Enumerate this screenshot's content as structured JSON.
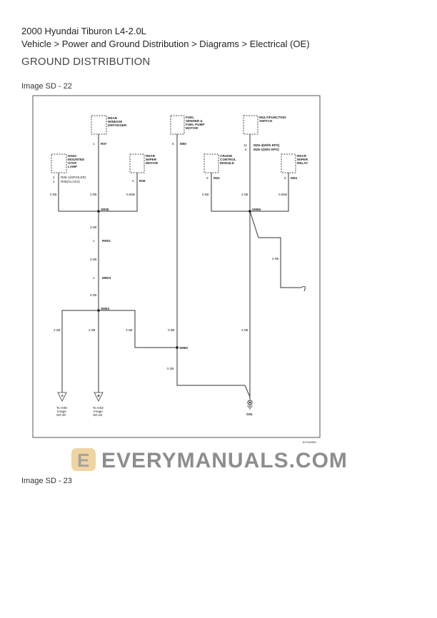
{
  "header": {
    "title": "2000 Hyundai Tiburon L4-2.0L",
    "breadcrumb": "Vehicle > Power and Ground Distribution > Diagrams > Electrical (OE)",
    "section": "GROUND DISTRIBUTION"
  },
  "images": [
    {
      "label": "Image SD - 22"
    },
    {
      "label": "Image SD - 23"
    }
  ],
  "diagram": {
    "components": {
      "rear_defogger": [
        "REAR",
        "WINDOW",
        "DEFOGGER"
      ],
      "hmsl": [
        "HIGH-",
        "MOUNTED",
        "STOP",
        "LAMP"
      ],
      "rear_wiper_motor": [
        "REAR",
        "WIPER",
        "MOTOR"
      ],
      "fuel_sender": [
        "FUEL",
        "SENDER &",
        "FUEL PUMP",
        "MOTOR"
      ],
      "multifunction": [
        "MULTIFUNCTION",
        "SWITCH"
      ],
      "cruise": [
        "CRUISE",
        "CONTROL",
        "MODULE"
      ],
      "rear_wiper_relay": [
        "REAR",
        "WIPER",
        "RELAY"
      ]
    },
    "connectors": {
      "r07": {
        "pin": "1",
        "name": "R07"
      },
      "r06a": {
        "pin": "2",
        "name": "R06-1(SPOILER)"
      },
      "r06b": {
        "pin": "2",
        "name": "R06(GLASS)"
      },
      "r09": {
        "pin": "4",
        "name": "R09"
      },
      "m50": {
        "pin": "5",
        "name": "M50"
      },
      "m26a": {
        "pin": "11",
        "name": "M26-4(With EPS)"
      },
      "m26b": {
        "pin": "5",
        "name": "M26-1(W/O EPS)"
      },
      "m21": {
        "pin": "9",
        "name": "M21"
      },
      "m04": {
        "pin": "6",
        "name": "M04"
      },
      "rr02": {
        "pin": "1",
        "name": "RR02"
      },
      "mr03": {
        "pin": "1",
        "name": "MR03"
      }
    },
    "wires": {
      "hmsl": "0.5B",
      "defog": "3.0B",
      "rwm": "0.85B",
      "cruise": "0.5B",
      "mfs": "2.0B",
      "rwr": "0.85B",
      "main1": "3.0B",
      "main2": "3.0B",
      "main3": "3.0B",
      "a": "2.0B",
      "b": "2.0B",
      "c": "3.0B",
      "fuel": "0.5B",
      "sm60": "0.3B",
      "loop": "2.0B",
      "g01w": "2.0B"
    },
    "splices": {
      "sr05": "SR05",
      "sm56": "SM56",
      "sm53": "SM53",
      "sm60": "SM60"
    },
    "grounds": {
      "g01": "G01",
      "a": {
        "letter": "A",
        "text": [
          "To G08",
          "Image",
          "SD-30"
        ]
      },
      "b": {
        "letter": "B",
        "text": [
          "To G03",
          "Image",
          "SD-25"
        ]
      }
    },
    "figure_id": "E27A2069"
  },
  "watermark": {
    "text": "EVERYMANUALS.COM",
    "logo": "E"
  }
}
